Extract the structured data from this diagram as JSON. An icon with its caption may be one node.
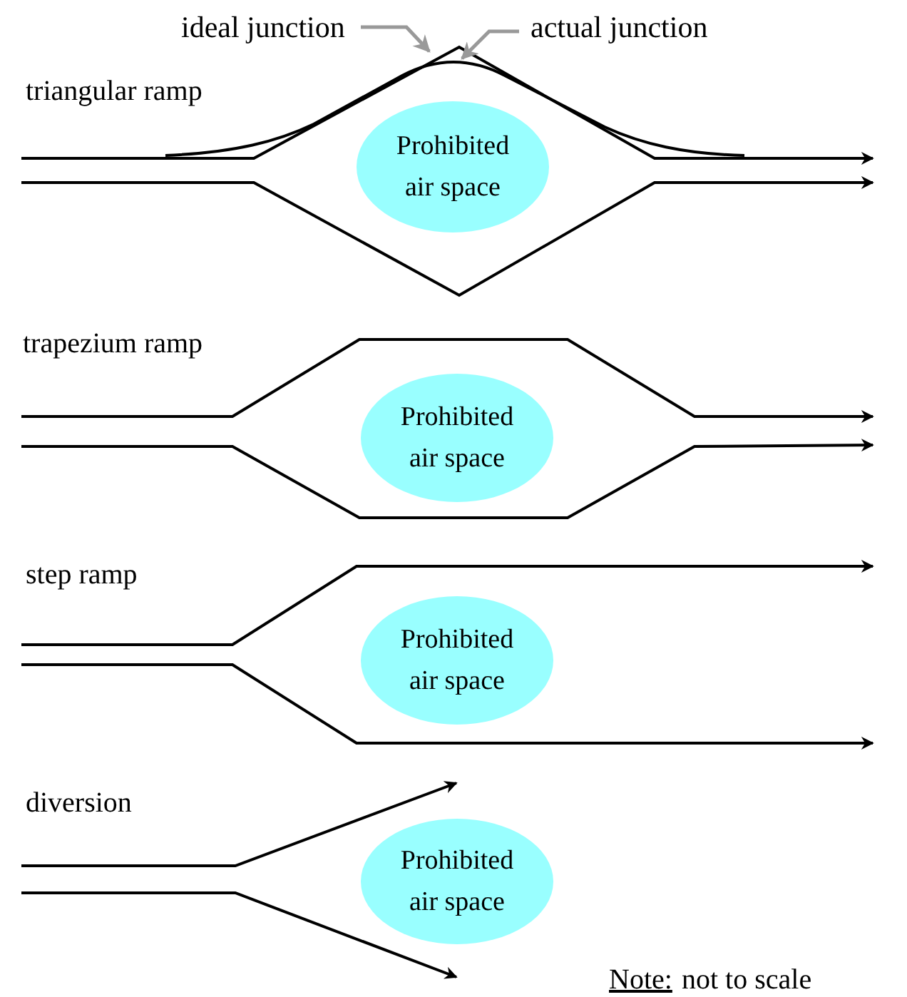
{
  "diagram": {
    "nodes": [
      {
        "text": [
          "ideal junction"
        ]
      },
      {
        "text": [
          "actual junction"
        ]
      },
      {
        "text": [
          "Prohibited air space"
        ]
      },
      {
        "text": [
          "Prohibited air space"
        ]
      },
      {
        "text": [
          "Prohibited air space"
        ]
      },
      {
        "text": [
          "Prohibited air space"
        ]
      }
    ],
    "edges": [
      {
        "from": 0,
        "to": null,
        "arrow": "to"
      },
      {
        "from": 1,
        "to": null,
        "arrow": "to"
      }
    ],
    "labels": [
      "triangular ramp",
      "trapezium ramp",
      "step ramp",
      "diversion",
      "Note:",
      "not to scale"
    ]
  }
}
